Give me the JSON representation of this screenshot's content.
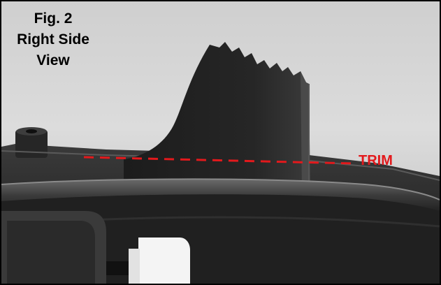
{
  "figure": {
    "label": "Fig. 2",
    "view_line1": "Right Side",
    "view_line2": "View"
  },
  "annotation": {
    "trim_label": "TRIM",
    "trim_color": "#e3191c"
  }
}
